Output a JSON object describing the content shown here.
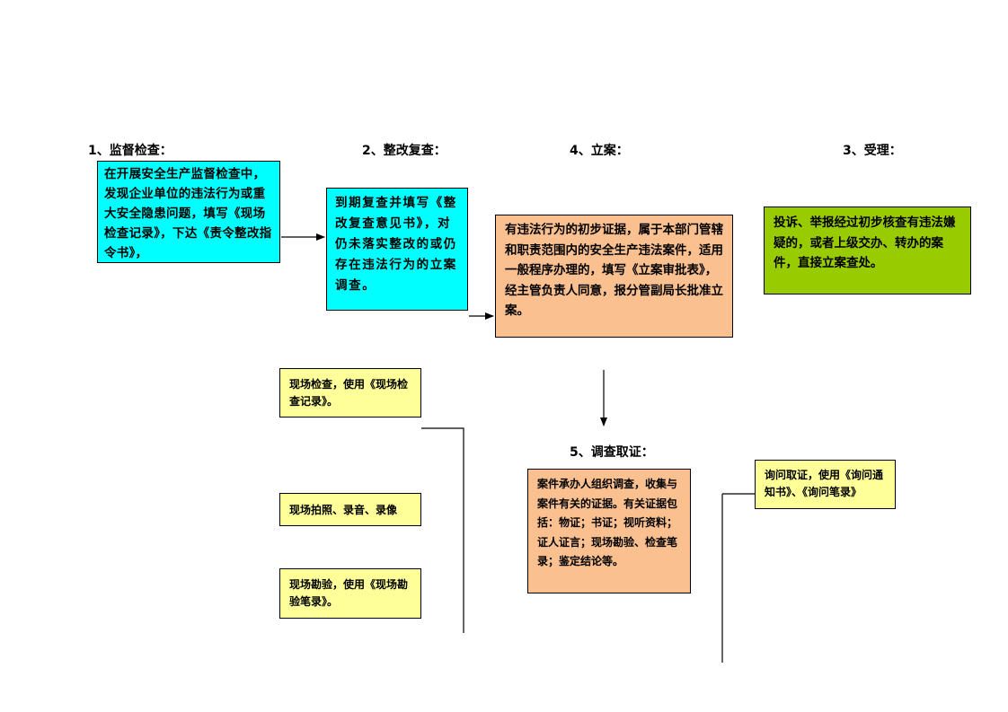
{
  "headings": {
    "supervise": "1、监督检查：",
    "rectify": "2、整改复查：",
    "register": "4、立案：",
    "accept": "3、受理：",
    "investigate": "5、调查取证："
  },
  "boxes": {
    "supervise": "在开展安全生产监督检查中，发现企业单位的违法行为或重大安全隐患问题，填写《现场检查记录》，下达《责令整改指令书》，",
    "rectify": "到期复查并填写《整改复查意见书》，对仍未落实整改的或仍存在违法行为的立案调查。",
    "register": "有违法行为的初步证据，属于本部门管辖和职责范围内的安全生产违法案件，适用一般程序办理的，填写《立案审批表》，经主管负责人同意，报分管副局长批准立案。",
    "accept": "投诉、举报经过初步核查有违法嫌疑的，或者上级交办、转办的案件，直接立案查处。",
    "investigate": "案件承办人组织调查，收集与案件有关的证据。有关证据包括：物证；书证；视听资料；证人证言；现场勘验、检查笔录；鉴定结论等。",
    "site_inspection": "现场检查，使用《现场检查记录》。",
    "photo_audio_video": "现场拍照、录音、录像",
    "site_survey": "现场勘验，使用《现场勘验笔录》。",
    "inquiry": "询问取证，使用《询问通知书》、《询问笔录》"
  },
  "colors": {
    "cyan": "#00ffff",
    "orange": "#fac090",
    "green": "#99cc00",
    "yellow": "#ffff99"
  }
}
